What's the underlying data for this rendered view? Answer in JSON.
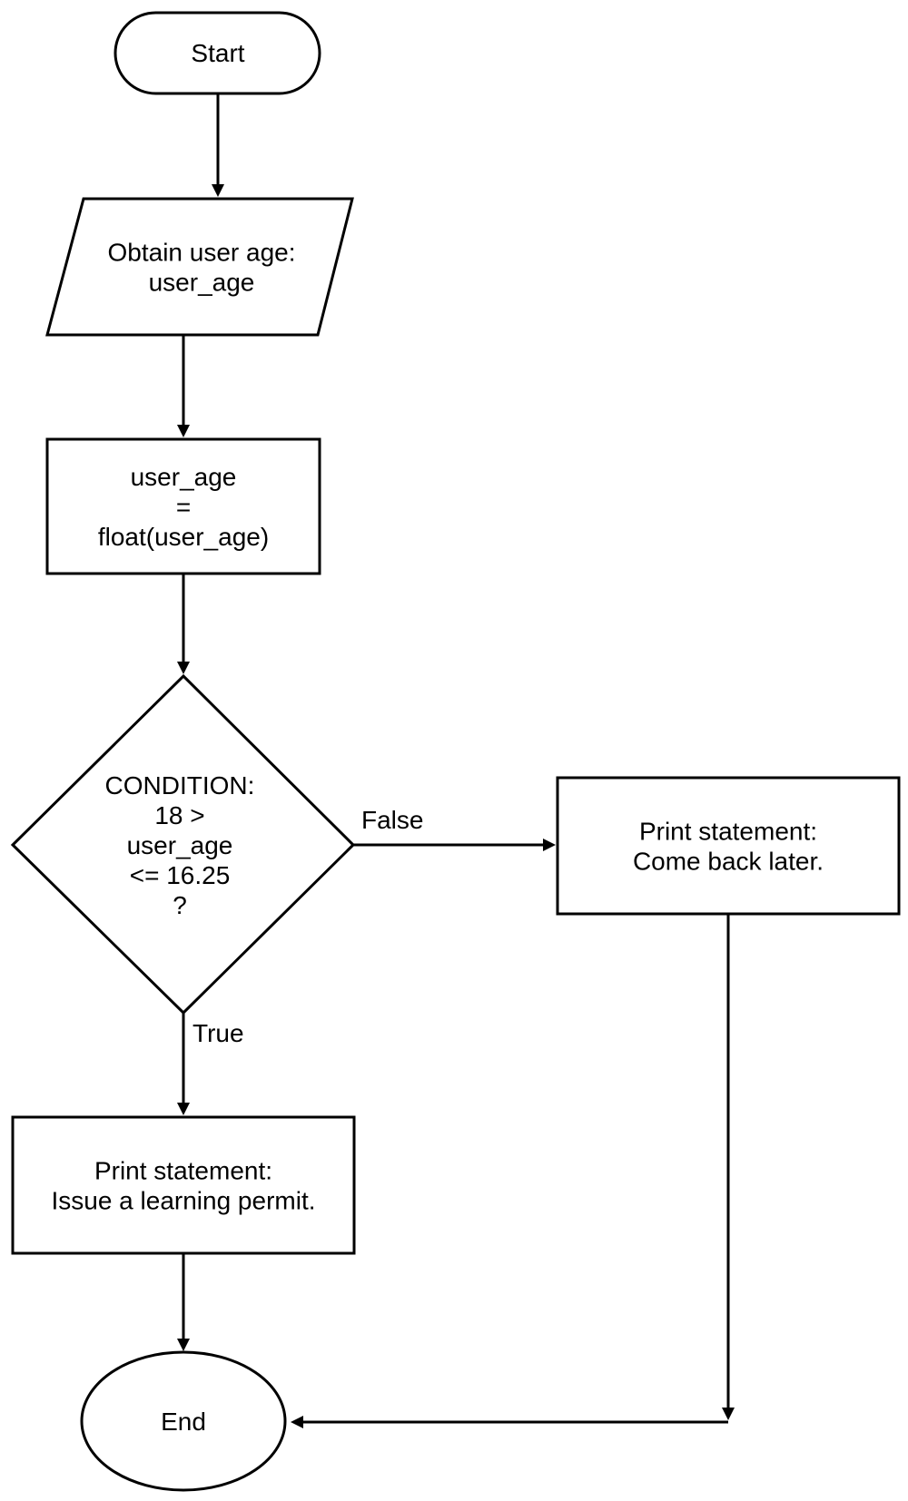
{
  "nodes": {
    "start": {
      "lines": [
        "Start"
      ]
    },
    "input": {
      "lines": [
        "Obtain user age:",
        "user_age"
      ]
    },
    "convert": {
      "lines": [
        "user_age",
        "=",
        "float(user_age)"
      ]
    },
    "condition": {
      "lines": [
        "CONDITION:",
        "18 >",
        "user_age",
        "<= 16.25",
        "?"
      ]
    },
    "print_permit": {
      "lines": [
        "Print statement:",
        "Issue a learning permit."
      ]
    },
    "print_later": {
      "lines": [
        "Print statement:",
        "Come back later."
      ]
    },
    "end": {
      "lines": [
        "End"
      ]
    }
  },
  "edges": {
    "false_label": "False",
    "true_label": "True"
  },
  "colors": {
    "stroke": "#000000",
    "fill": "#ffffff"
  }
}
